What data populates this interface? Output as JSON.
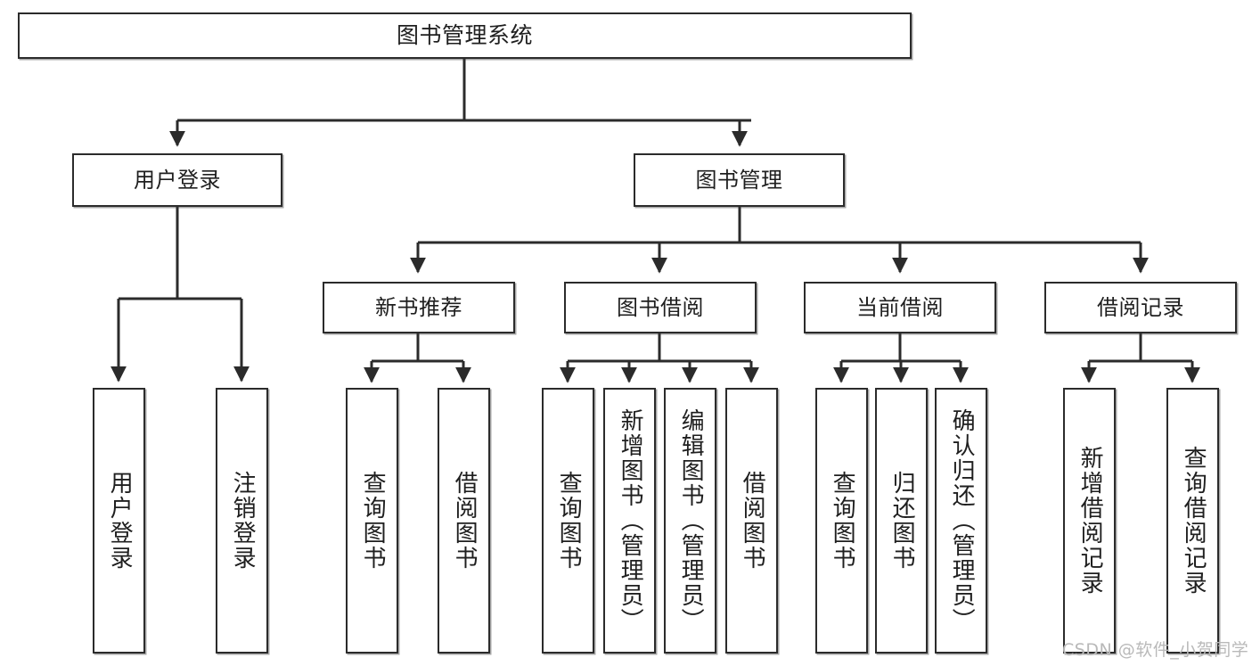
{
  "diagram": {
    "title": "图书管理系统",
    "type": "tree-hierarchy",
    "root": {
      "label": "图书管理系统"
    },
    "level2": [
      {
        "label": "用户登录"
      },
      {
        "label": "图书管理"
      }
    ],
    "level3": [
      {
        "label": "新书推荐"
      },
      {
        "label": "图书借阅"
      },
      {
        "label": "当前借阅"
      },
      {
        "label": "借阅记录"
      }
    ],
    "leaves": {
      "user_login": [
        {
          "label": "用户登录"
        },
        {
          "label": "注销登录"
        }
      ],
      "new_book_recommend": [
        {
          "label": "查询图书"
        },
        {
          "label": "借阅图书"
        }
      ],
      "book_borrow": [
        {
          "label": "查询图书"
        },
        {
          "label": "新增图书（管理员）"
        },
        {
          "label": "编辑图书（管理员）"
        },
        {
          "label": "借阅图书"
        }
      ],
      "current_borrow": [
        {
          "label": "查询图书"
        },
        {
          "label": "归还图书"
        },
        {
          "label": "确认归还（管理员）"
        }
      ],
      "borrow_record": [
        {
          "label": "新增借阅记录"
        },
        {
          "label": "查询借阅记录"
        }
      ]
    }
  },
  "watermark": {
    "text": "CSDN @软件_小贺同学"
  },
  "colors": {
    "stroke": "#2b2b2b",
    "fill": "#ffffff",
    "text": "#1f1f1f",
    "watermark": "#b9b9b9"
  }
}
